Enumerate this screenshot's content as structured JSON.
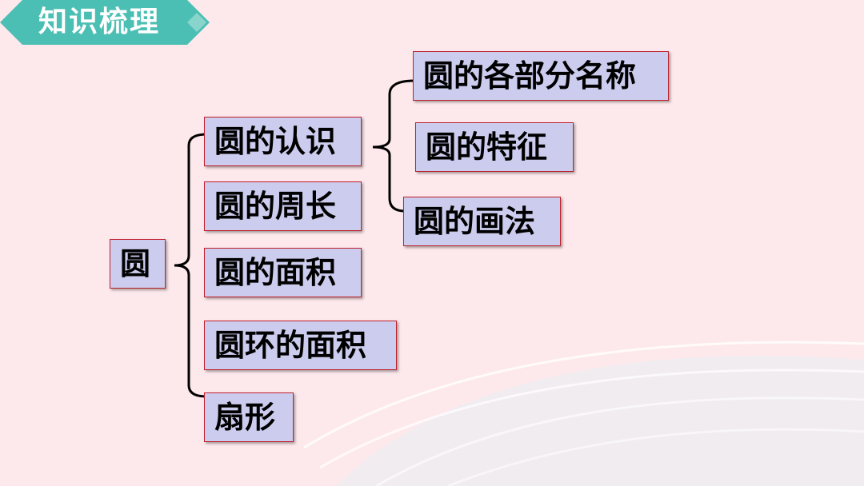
{
  "header": {
    "title": "知识梳理",
    "tab_color": "#4bbfb3"
  },
  "mindmap": {
    "root": "圆",
    "branches": [
      "圆的认识",
      "圆的周长",
      "圆的面积",
      "圆环的面积",
      "扇形"
    ],
    "sub_branches": [
      "圆的各部分名称",
      "圆的特征",
      "圆的画法"
    ]
  },
  "colors": {
    "background": "#fde9ec",
    "node_fill": "#ccccee",
    "node_border": "#c0202a",
    "line": "#000000"
  }
}
